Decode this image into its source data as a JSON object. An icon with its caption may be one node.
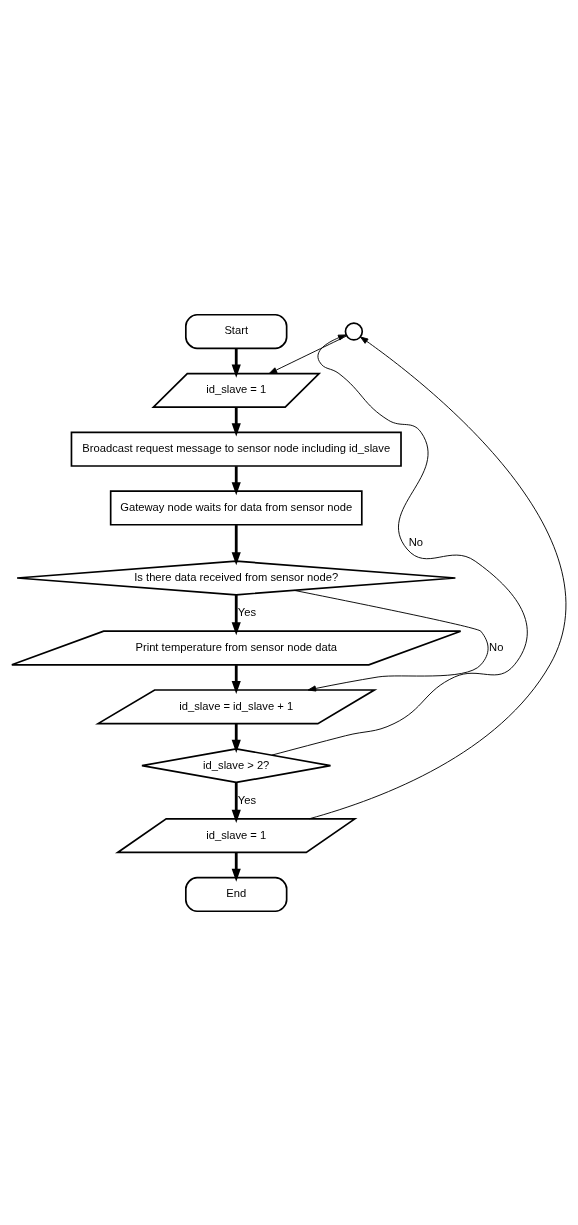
{
  "diagram": {
    "nodes": [
      {
        "text": [
          "Start"
        ]
      },
      {
        "text": [
          "id_slave = 1"
        ]
      },
      {
        "text": [
          "Broadcast request message to sensor node including id_slave"
        ]
      },
      {
        "text": [
          "Gateway node waits for data from sensor node"
        ]
      },
      {
        "text": [
          "Is there data received from sensor node?"
        ]
      },
      {
        "text": [
          "Print temperature from sensor node data"
        ]
      },
      {
        "text": [
          "id_slave = id_slave + 1"
        ]
      },
      {
        "text": [
          "id_slave > 2?"
        ]
      },
      {
        "text": [
          "id_slave = 1"
        ]
      },
      {
        "text": [
          "End"
        ]
      },
      {
        "text": [],
        "shape": "circle"
      }
    ],
    "edges": [
      {
        "from": 0,
        "to": 1,
        "arrow": "to"
      },
      {
        "from": 1,
        "to": 2,
        "arrow": "to"
      },
      {
        "from": 2,
        "to": 3,
        "arrow": "to"
      },
      {
        "from": 3,
        "to": 4,
        "arrow": "to"
      },
      {
        "from": 4,
        "to": 5,
        "label": "Yes",
        "arrow": "to"
      },
      {
        "from": 4,
        "to": 6,
        "label": "No",
        "arrow": "to"
      },
      {
        "from": 5,
        "to": 6,
        "arrow": "to"
      },
      {
        "from": 6,
        "to": 7,
        "arrow": "to"
      },
      {
        "from": 7,
        "to": 10,
        "label": "No",
        "arrow": "to"
      },
      {
        "from": 7,
        "to": 8,
        "label": "Yes",
        "arrow": "to"
      },
      {
        "from": 8,
        "to": 10,
        "arrow": "to"
      },
      {
        "from": 10,
        "to": 1,
        "arrow": "to"
      },
      {
        "from": 8,
        "to": 9,
        "arrow": "to"
      }
    ]
  }
}
